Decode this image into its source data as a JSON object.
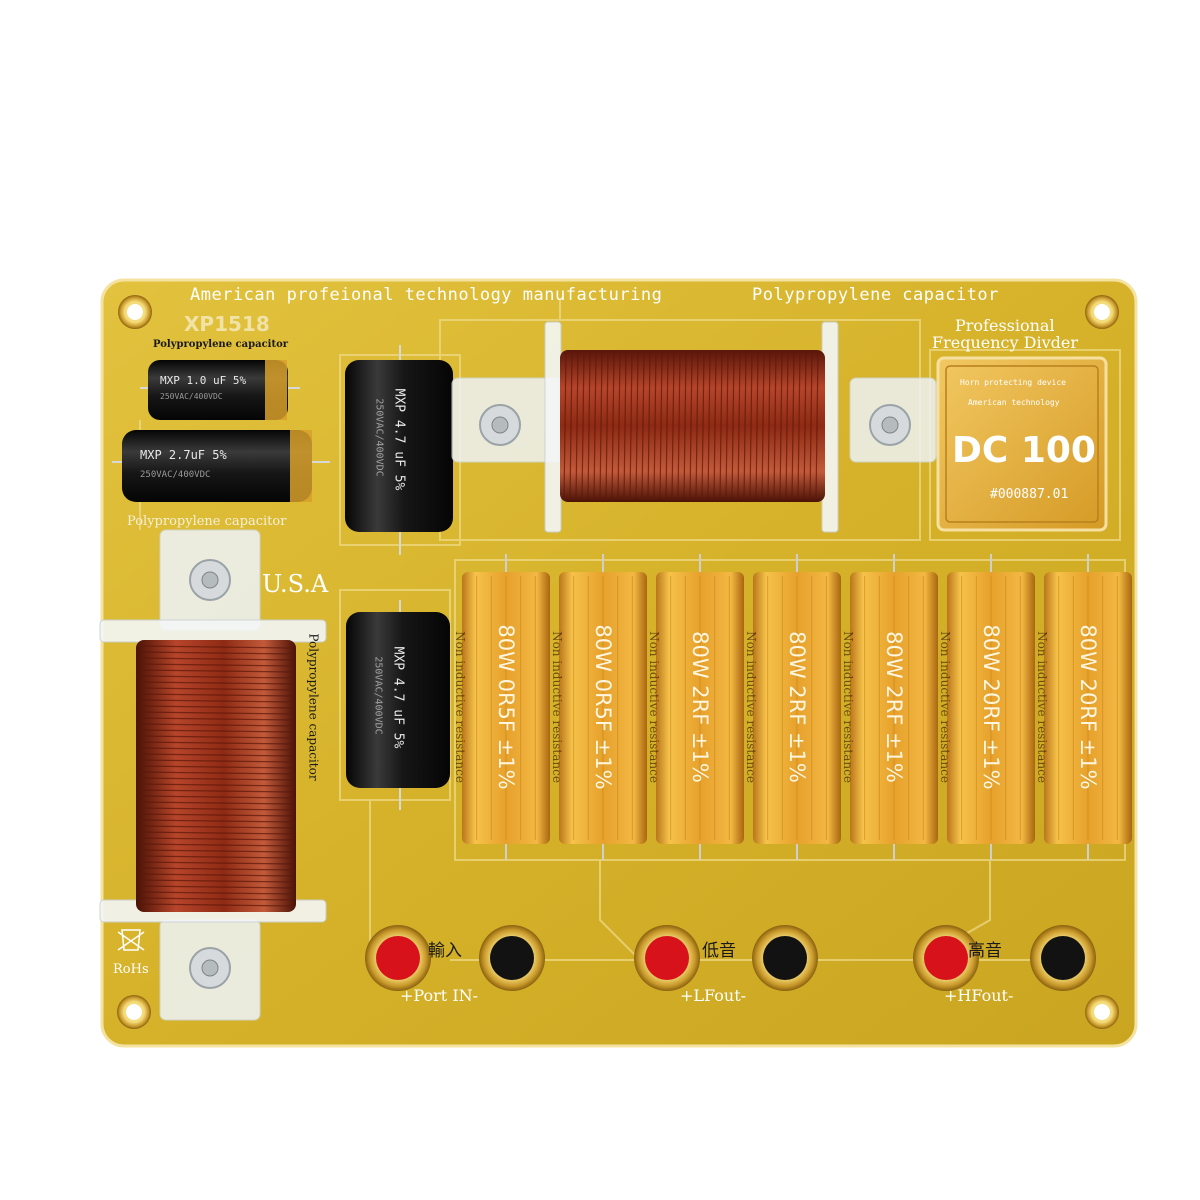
{
  "board": {
    "header_left": "American profeional technology manufacturing",
    "header_right": "Polypropylene capacitor",
    "model": "XP1518",
    "pp_label_small": "Polypropylene capacitor",
    "pp_label_under": "Polypropylene capacitor",
    "pp_label_vertical": "Polypropylene capacitor",
    "professional_line1": "Professional",
    "professional_line2": "Frequency Divder",
    "usa": "U.S.A",
    "rohs": "RoHs"
  },
  "protector": {
    "line1": "Horn protecting device",
    "line2": "American technology",
    "title": "DC 100",
    "serial": "#000887.01"
  },
  "capacitors": [
    {
      "label": "MXP 1.0 uF 5%",
      "rating": "250VAC/400VDC"
    },
    {
      "label": "MXP 2.7uF 5%",
      "rating": "250VAC/400VDC"
    },
    {
      "label": "MXP 4.7 uF 5%",
      "rating": "250VAC/400VDC"
    },
    {
      "label": "MXP 4.7 uF 5%",
      "rating": "250VAC/400VDC"
    }
  ],
  "resistors": [
    {
      "label": "80W 0R5F ±1%"
    },
    {
      "label": "80W 0R5F ±1%"
    },
    {
      "label": "80W 2RF ±1%"
    },
    {
      "label": "80W 2RF ±1%"
    },
    {
      "label": "80W 2RF ±1%"
    },
    {
      "label": "80W 20RF ±1%"
    },
    {
      "label": "80W 20RF ±1%"
    }
  ],
  "resistor_side_text": "Non inductive resistance",
  "terminals": [
    {
      "label": "+Port IN-",
      "cjk": "輸入"
    },
    {
      "label": "+LFout-",
      "cjk": "低音"
    },
    {
      "label": "+HFout-",
      "cjk": "高音"
    }
  ],
  "colors": {
    "pcb": "#d9b52f",
    "pcb_dark": "#b8941c",
    "copper": "#8e2a14",
    "gold_resistor": "#e7a12a",
    "capacitor_body": "#141414",
    "terminal_red": "#d8121b",
    "terminal_black": "#121212"
  }
}
